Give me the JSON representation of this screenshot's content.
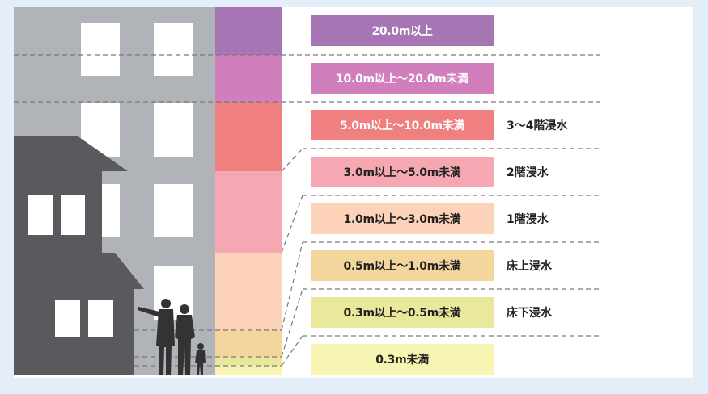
{
  "levels": [
    {
      "range": "20.0m以上",
      "color": "#a774b4",
      "text_color": "#ffffff",
      "floor": ""
    },
    {
      "range": "10.0m以上〜20.0m未満",
      "color": "#d07fbc",
      "text_color": "#ffffff",
      "floor": ""
    },
    {
      "range": "5.0m以上〜10.0m未満",
      "color": "#f08080",
      "text_color": "#ffffff",
      "floor": "3〜4階浸水"
    },
    {
      "range": "3.0m以上〜5.0m未満",
      "color": "#f5a8b2",
      "text_color": "#222222",
      "floor": "2階浸水"
    },
    {
      "range": "1.0m以上〜3.0m未満",
      "color": "#fcd2b8",
      "text_color": "#222222",
      "floor": "1階浸水"
    },
    {
      "range": "0.5m以上〜1.0m未満",
      "color": "#f4d59c",
      "text_color": "#222222",
      "floor": "床上浸水"
    },
    {
      "range": "0.3m以上〜0.5m未満",
      "color": "#eae89a",
      "text_color": "#222222",
      "floor": "床下浸水"
    },
    {
      "range": "0.3m未満",
      "color": "#f8f5b2",
      "text_color": "#222222",
      "floor": ""
    }
  ],
  "colors": {
    "background": "#e3eef9",
    "building_tall": "#b0b3b8",
    "building_house": "#5a5a5e",
    "window": "#ffffff",
    "silhouette": "#333333",
    "dashed_line": "#777777"
  }
}
